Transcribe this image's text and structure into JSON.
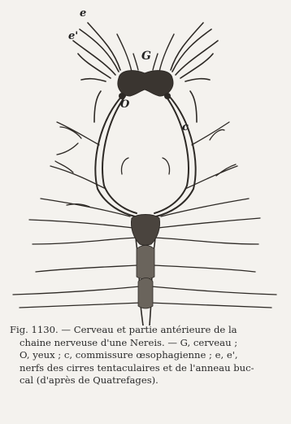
{
  "labels": {
    "e": "e",
    "e_prime": "e'",
    "G": "G",
    "O": "O",
    "c": "c"
  },
  "caption": {
    "line1": "Fig. 1130. — Cerveau et partie antérieure de la",
    "line2": "chaine nerveuse d'une Nereis. — G, cerveau ;",
    "line3": "O, yeux ; c, commissure œsophagienne ; e, e',",
    "line4": "nerfs des cirres tentaculaires et de l'anneau buc-",
    "line5": "cal (d'après de Quatrefages)."
  },
  "colors": {
    "ink": "#2e2a26",
    "paper": "#f4f2ee"
  }
}
